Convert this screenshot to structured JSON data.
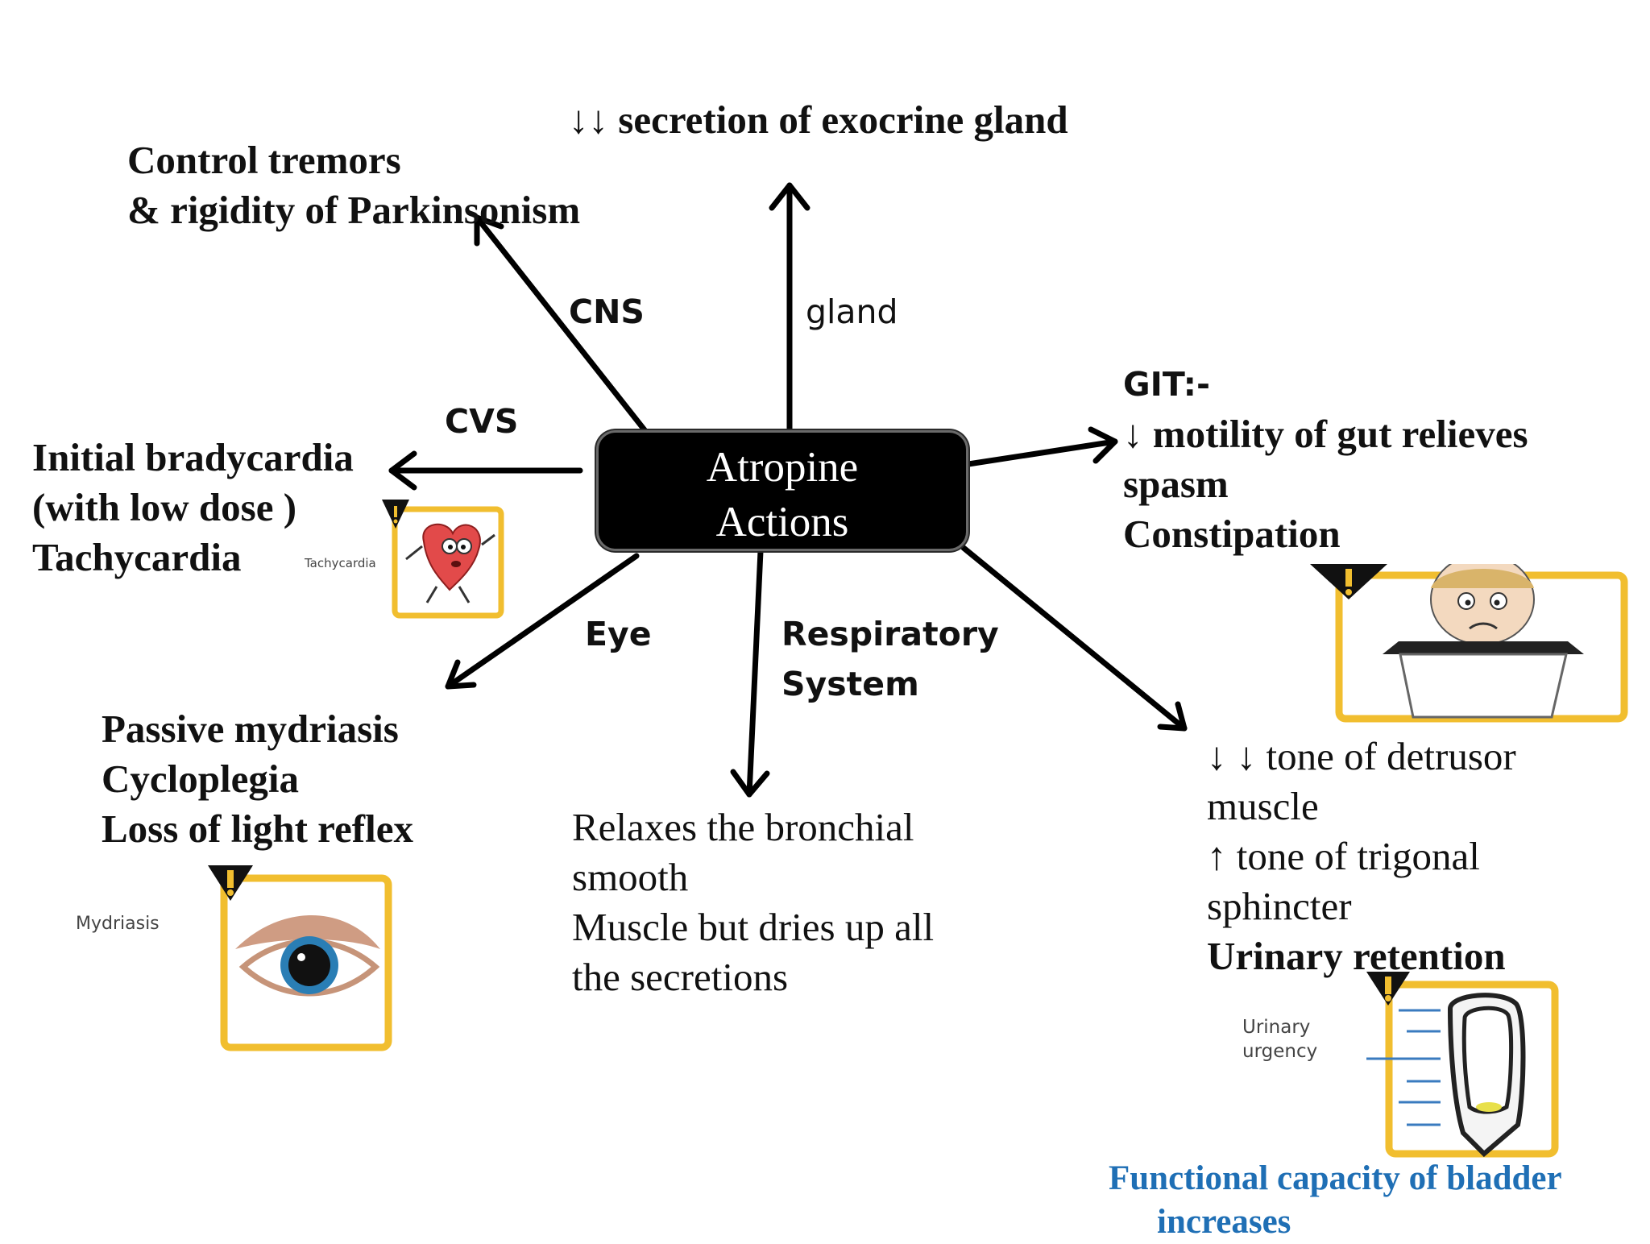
{
  "center": {
    "line1": "Atropine",
    "line2": "Actions"
  },
  "gland": {
    "label": "gland",
    "effect": "↓↓ secretion of exocrine gland"
  },
  "cns": {
    "label": "CNS",
    "line1": "Control tremors",
    "line2": "& rigidity of Parkinsonism"
  },
  "cvs": {
    "label": "CVS",
    "line1": "Initial bradycardia",
    "line2": "(with low dose )",
    "line3": "Tachycardia",
    "icon_caption": "Tachycardia"
  },
  "git": {
    "label": "GIT:-",
    "line1": "↓ motility of gut relieves",
    "line2": "spasm",
    "line3": "Constipation"
  },
  "eye": {
    "label": "Eye",
    "line1": "Passive mydriasis",
    "line2": "Cycloplegia",
    "line3": "Loss of light reflex",
    "icon_caption": "Mydriasis"
  },
  "respiratory": {
    "label_line1": "Respiratory",
    "label_line2": "System",
    "line1": "Relaxes the bronchial",
    "line2": "smooth",
    "line3": "Muscle but dries up all",
    "line4": "the secretions"
  },
  "urinary": {
    "line1": "↓ ↓ tone of detrusor",
    "line2": "muscle",
    "line3": "↑ tone of trigonal",
    "line4": "sphincter",
    "line5": "Urinary retention",
    "icon_caption_line1": "Urinary",
    "icon_caption_line2": "urgency",
    "note_line1": "Functional capacity of bladder",
    "note_line2": "increases"
  },
  "colors": {
    "arrow": "#000000",
    "icon_frame": "#f1be2f",
    "warning": "#111111",
    "note": "#1f6fb5"
  }
}
